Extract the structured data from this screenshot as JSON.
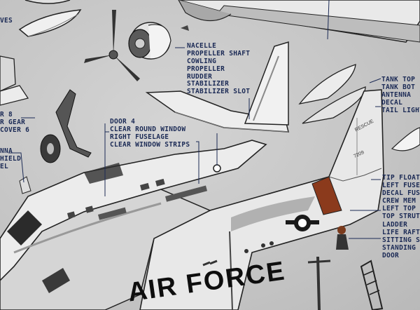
{
  "labels": {
    "top": [
      "NACELLE",
      "PROPELLER SHAFT",
      "COWLING",
      "PROPELLER",
      "RUDDER"
    ],
    "stabilizer": [
      "STABILIZER",
      "STABILIZER SLOT"
    ],
    "middle": [
      "DOOR 4",
      "CLEAR ROUND WINDOW",
      "RIGHT FUSELAGE",
      "CLEAR WINDOW STRIPS"
    ],
    "left_top": [
      "VES"
    ],
    "left_mid": [
      "R 8",
      "R GEAR",
      "COVER 6"
    ],
    "left_bottom": [
      "NNA",
      "HIELD",
      "EL"
    ],
    "right_top": [
      "TANK TOP",
      "TANK BOT",
      "ANTENNA",
      "DECAL",
      "TAIL LIGHT"
    ],
    "right_bottom": [
      "TIP FLOAT",
      "LEFT FUSELAGE",
      "DECAL FUS",
      "CREW MEM",
      "LEFT TOP S",
      "TOP STRUT",
      "LADDER",
      "LIFE RAFT",
      "SITTING SL",
      "STANDING",
      "DOOR"
    ]
  },
  "markings": {
    "air_force": "AIR FORCE",
    "rescue": "RESCUE",
    "tail_number": "7209"
  },
  "colors": {
    "background": "#c6c6c6",
    "ink": "#1b2a55",
    "fuselage": "#ececec",
    "shadow": "#8a8a8a",
    "dark": "#2a2a2a",
    "rust_band": "#8b3a1c"
  }
}
